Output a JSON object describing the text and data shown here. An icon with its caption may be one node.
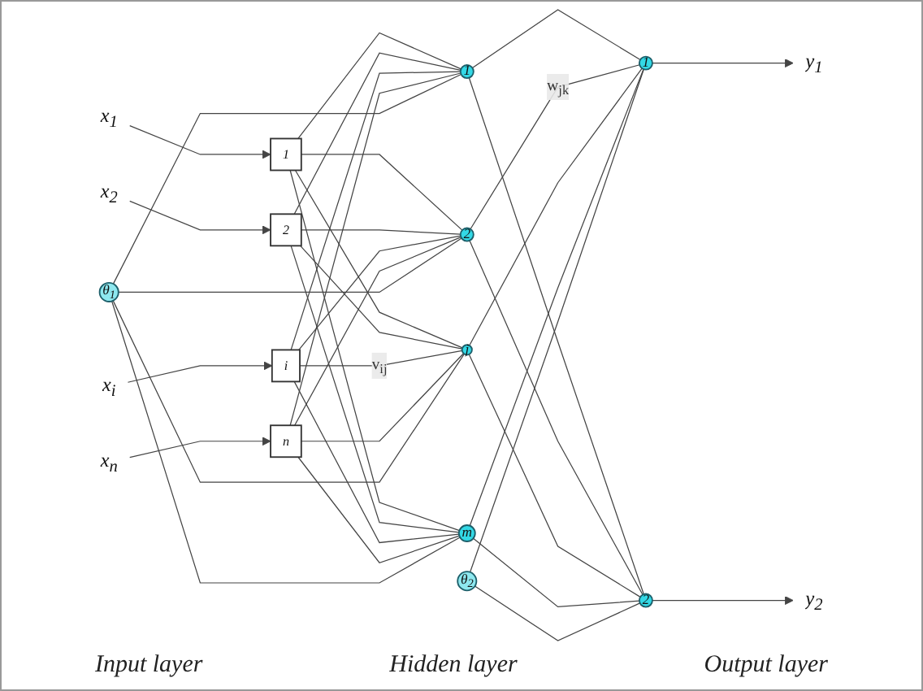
{
  "diagram": {
    "nodes": [
      {
        "text": [
          "x$_{1}$"
        ]
      },
      {
        "text": [
          "x$_{2}$"
        ]
      },
      {
        "text": [
          "x$_{i}$"
        ]
      },
      {
        "text": [
          "x$_{n}$"
        ]
      },
      {
        "text": [
          "1"
        ]
      },
      {
        "text": [
          "2"
        ]
      },
      {
        "text": [
          "i"
        ]
      },
      {
        "text": [
          "n"
        ]
      },
      {
        "text": [
          "θ$_{1}$"
        ]
      },
      {
        "text": [
          "1"
        ]
      },
      {
        "text": [
          "2"
        ]
      },
      {
        "text": [
          "j"
        ]
      },
      {
        "text": [
          "m"
        ]
      },
      {
        "text": [
          "θ$_{2}$"
        ]
      },
      {
        "text": [
          "1"
        ]
      },
      {
        "text": [
          "2"
        ]
      },
      {
        "text": [
          "y$_{1}$"
        ]
      },
      {
        "text": [
          "y$_{2}$"
        ]
      }
    ],
    "edges": [
      {
        "from": 0,
        "to": 4,
        "arrow": "to"
      },
      {
        "from": 1,
        "to": 5,
        "arrow": "to"
      },
      {
        "from": 2,
        "to": 6,
        "arrow": "to"
      },
      {
        "from": 3,
        "to": 7,
        "arrow": "to"
      },
      {
        "from": 4,
        "to": 9,
        "arrow": "none"
      },
      {
        "from": 4,
        "to": 10,
        "arrow": "none"
      },
      {
        "from": 4,
        "to": 11,
        "arrow": "none"
      },
      {
        "from": 4,
        "to": 12,
        "arrow": "none"
      },
      {
        "from": 5,
        "to": 9,
        "arrow": "none"
      },
      {
        "from": 5,
        "to": 10,
        "arrow": "none"
      },
      {
        "from": 5,
        "to": 11,
        "arrow": "none"
      },
      {
        "from": 5,
        "to": 12,
        "arrow": "none"
      },
      {
        "from": 6,
        "to": 9,
        "arrow": "none"
      },
      {
        "from": 6,
        "to": 10,
        "arrow": "none"
      },
      {
        "from": 6,
        "to": 11,
        "label": "v$_{ij}$",
        "arrow": "none"
      },
      {
        "from": 6,
        "to": 12,
        "arrow": "none"
      },
      {
        "from": 7,
        "to": 9,
        "arrow": "none"
      },
      {
        "from": 7,
        "to": 10,
        "arrow": "none"
      },
      {
        "from": 7,
        "to": 11,
        "arrow": "none"
      },
      {
        "from": 7,
        "to": 12,
        "arrow": "none"
      },
      {
        "from": 8,
        "to": 9,
        "arrow": "none"
      },
      {
        "from": 8,
        "to": 10,
        "arrow": "none"
      },
      {
        "from": 8,
        "to": 11,
        "arrow": "none"
      },
      {
        "from": 8,
        "to": 12,
        "arrow": "none"
      },
      {
        "from": 9,
        "to": 14,
        "arrow": "none"
      },
      {
        "from": 9,
        "to": 15,
        "arrow": "none"
      },
      {
        "from": 10,
        "to": 14,
        "label": "w$_{jk}$",
        "arrow": "none"
      },
      {
        "from": 10,
        "to": 15,
        "arrow": "none"
      },
      {
        "from": 11,
        "to": 14,
        "arrow": "none"
      },
      {
        "from": 11,
        "to": 15,
        "arrow": "none"
      },
      {
        "from": 12,
        "to": 14,
        "arrow": "none"
      },
      {
        "from": 12,
        "to": 15,
        "arrow": "none"
      },
      {
        "from": 13,
        "to": 14,
        "arrow": "none"
      },
      {
        "from": 13,
        "to": 15,
        "arrow": "none"
      },
      {
        "from": 14,
        "to": 16,
        "arrow": "to"
      },
      {
        "from": 15,
        "to": 17,
        "arrow": "to"
      }
    ],
    "labels": [
      "Input layer",
      "Hidden layer",
      "Output layer"
    ]
  }
}
